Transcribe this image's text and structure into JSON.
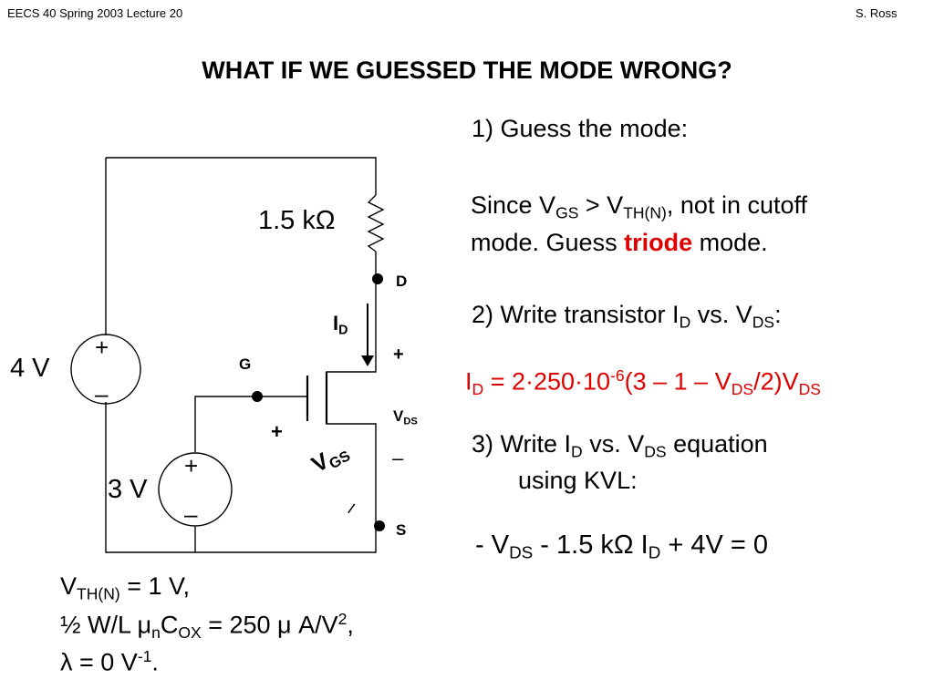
{
  "header": {
    "course": "EECS 40 Spring 2003  Lecture 20",
    "author": "S. Ross"
  },
  "title": "WHAT IF WE GUESSED THE MODE WRONG?",
  "circuit": {
    "resistor": "1.5 kΩ",
    "source_4v": "4 V",
    "source_3v": "3 V",
    "plus": "+",
    "minus": "–",
    "node_d": "D",
    "node_g": "G",
    "node_s": "S",
    "id_main": "I",
    "id_sub": "D",
    "vds_main": "V",
    "vds_sub": "DS",
    "vgs_main": "V",
    "vgs_sub": "GS",
    "vgs_plus": "+",
    "vgs_minus": "–"
  },
  "params": {
    "line1_v": "V",
    "line1_sub": "TH(N)",
    "line1_rest": " = 1 V,",
    "line2_a": "½ W/L μ",
    "line2_sub_n": "n",
    "line2_c": "C",
    "line2_sub_ox": "OX",
    "line2_b": " = 250 μ A/V",
    "line2_sup": "2",
    "line2_end": ",",
    "line3_a": "λ = 0 V",
    "line3_sup": "-1",
    "line3_end": "."
  },
  "steps": {
    "s1": "1)  Guess the mode:",
    "since_a": "Since V",
    "since_sub1": "GS",
    "since_b": " > V",
    "since_sub2": "TH(N)",
    "since_c": ", not in cutoff",
    "mode_a": "mode.  Guess ",
    "mode_triode": "triode",
    "mode_b": " mode.",
    "s2_a": "2)  Write transistor I",
    "s2_sub1": "D",
    "s2_b": " vs. V",
    "s2_sub2": "DS",
    "s2_c": ":",
    "eq1_a": "I",
    "eq1_sub1": "D",
    "eq1_b": " = 2·250·10",
    "eq1_sup": "-6",
    "eq1_c": "(3 – 1 – V",
    "eq1_sub2": "DS",
    "eq1_d": "/2)V",
    "eq1_sub3": "DS",
    "s3_a": "3)   Write I",
    "s3_sub1": "D",
    "s3_b": " vs. V",
    "s3_sub2": "DS",
    "s3_c": " equation",
    "s3_line2": "using KVL:",
    "kvl_a": "- V",
    "kvl_sub1": "DS",
    "kvl_b": " - 1.5 kΩ I",
    "kvl_sub2": "D",
    "kvl_c": " + 4V = 0"
  }
}
